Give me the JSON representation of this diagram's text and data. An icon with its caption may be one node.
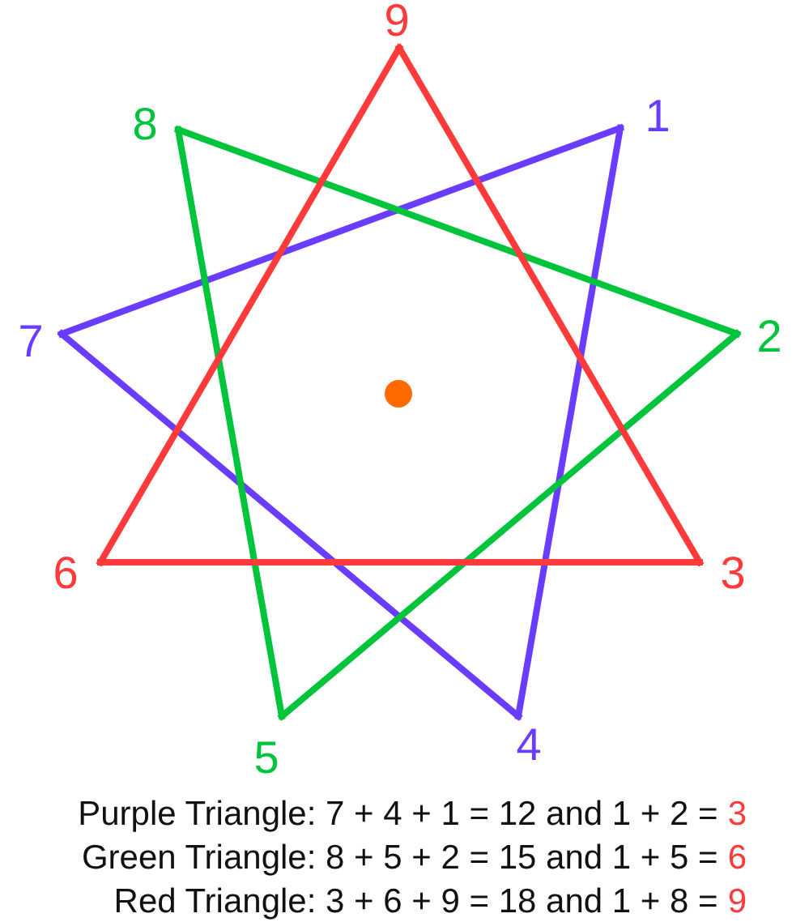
{
  "diagram": {
    "nodes": [
      {
        "text": [
          "9"
        ]
      },
      {
        "text": [
          "8"
        ]
      },
      {
        "text": [
          "1"
        ]
      },
      {
        "text": [
          "7"
        ]
      },
      {
        "text": [
          "2"
        ]
      },
      {
        "text": [
          "6"
        ]
      },
      {
        "text": [
          "3"
        ]
      },
      {
        "text": [
          "5"
        ]
      },
      {
        "text": [
          "4"
        ]
      }
    ],
    "edges": [
      {
        "from": 3,
        "to": 8,
        "arrow": "none",
        "color": "#6a3cff"
      },
      {
        "from": 8,
        "to": 2,
        "arrow": "none",
        "color": "#6a3cff"
      },
      {
        "from": 2,
        "to": 3,
        "arrow": "none",
        "color": "#6a3cff"
      },
      {
        "from": 1,
        "to": 7,
        "arrow": "none",
        "color": "#00c43c"
      },
      {
        "from": 7,
        "to": 4,
        "arrow": "none",
        "color": "#00c43c"
      },
      {
        "from": 4,
        "to": 1,
        "arrow": "none",
        "color": "#00c43c"
      },
      {
        "from": 6,
        "to": 5,
        "arrow": "none",
        "color": "#ff3a3a"
      },
      {
        "from": 5,
        "to": 0,
        "arrow": "none",
        "color": "#ff3a3a"
      },
      {
        "from": 0,
        "to": 6,
        "arrow": "none",
        "color": "#ff3a3a"
      }
    ],
    "labels": [
      "Purple Triangle: 7 + 4 + 1 = 12 and 1 + 2 =",
      "3",
      "Green Triangle: 8 + 5 + 2 = 15 and 1 + 5 =",
      "6",
      "Red Triangle: 3 + 6 + 9 = 18 and 1 + 8 =",
      "9"
    ]
  }
}
